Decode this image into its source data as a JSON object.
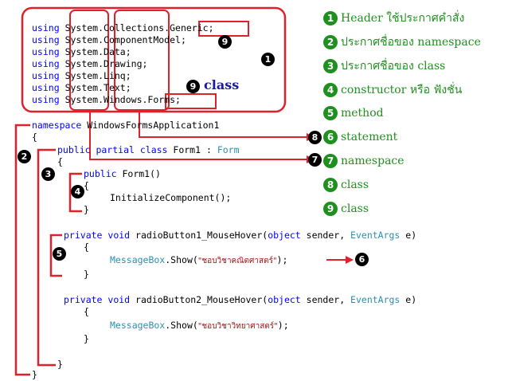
{
  "usings": [
    {
      "kw": "using",
      "ns": "System.Collections.Generic;"
    },
    {
      "kw": "using",
      "ns": "System.ComponentModel;"
    },
    {
      "kw": "using",
      "ns": "System.Data;"
    },
    {
      "kw": "using",
      "ns": "System.Drawing;"
    },
    {
      "kw": "using",
      "ns": "System.Linq;"
    },
    {
      "kw": "using",
      "ns": "System.Text;"
    },
    {
      "kw": "using",
      "ns": "System.Windows.Forms;"
    }
  ],
  "code": {
    "namespace_kw": "namespace",
    "namespace_name": " WindowsFormsApplication1",
    "brace_open": "{",
    "brace_close": "}",
    "class_kw": "public partial class",
    "class_name": " Form1",
    "class_sep": " : ",
    "class_base": "Form",
    "ctor_kw": "public",
    "ctor_name": " Form1()",
    "ctor_body": "InitializeComponent();",
    "m1_kw1": "private",
    "m1_kw2": " void",
    "m1_name": " radioButton1_MouseHover(",
    "m1_kw3": "object",
    "m1_p1": " sender, ",
    "m1_ty": "EventArgs",
    "m1_p2": " e)",
    "m1_call_ty": "MessageBox",
    "m1_call": ".Show(",
    "m1_str": "\"ชอบวิชาคณิตศาสตร์\"",
    "m1_end": ");",
    "m2_name": " radioButton2_MouseHover(",
    "m2_str": "\"ชอบวิชาวิทยาศาสตร์\"",
    "m2_end": ");"
  },
  "legend": [
    {
      "num": "1",
      "text": "Header ใช้ประกาศคำสั่ง"
    },
    {
      "num": "2",
      "text": "ประกาศชื่อของ namespace"
    },
    {
      "num": "3",
      "text": "ประกาศชื่อของ class"
    },
    {
      "num": "4",
      "text": "constructor หรือ ฟังชั่น"
    },
    {
      "num": "5",
      "text": "method"
    },
    {
      "num": "6",
      "text": "statement"
    },
    {
      "num": "7",
      "text": "namespace"
    },
    {
      "num": "8",
      "text": "class"
    },
    {
      "num": "9",
      "text": "class"
    }
  ],
  "badges": [
    "1",
    "2",
    "3",
    "4",
    "5",
    "6",
    "7",
    "8",
    "9",
    "9"
  ],
  "class_label": "class"
}
